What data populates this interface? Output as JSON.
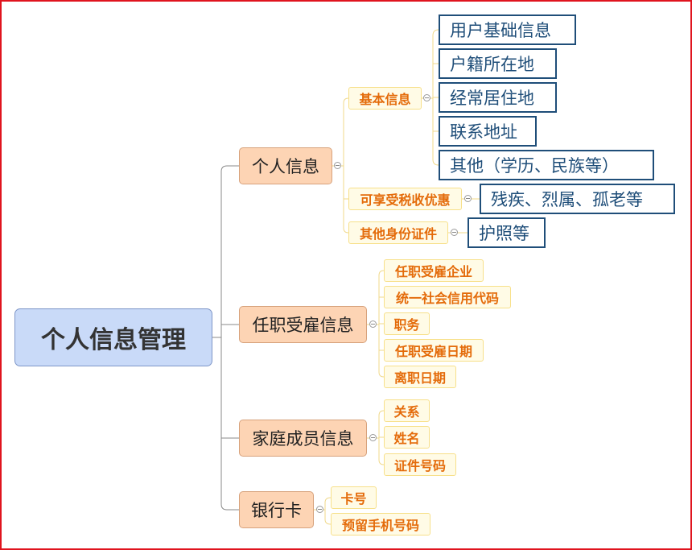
{
  "root": {
    "label": "个人信息管理"
  },
  "branches": {
    "personal": {
      "label": "个人信息",
      "children": {
        "basic": {
          "label": "基本信息",
          "leaves": [
            "用户基础信息",
            "户籍所在地",
            "经常居住地",
            "联系地址",
            "其他（学历、民族等）"
          ]
        },
        "tax": {
          "label": "可享受税收优惠",
          "leaves": [
            "残疾、烈属、孤老等"
          ]
        },
        "id": {
          "label": "其他身份证件",
          "leaves": [
            "护照等"
          ]
        }
      }
    },
    "employment": {
      "label": "任职受雇信息",
      "children": [
        "任职受雇企业",
        "统一社会信用代码",
        "职务",
        "任职受雇日期",
        "离职日期"
      ]
    },
    "family": {
      "label": "家庭成员信息",
      "children": [
        "关系",
        "姓名",
        "证件号码"
      ]
    },
    "bank": {
      "label": "银行卡",
      "children": [
        "卡号",
        "预留手机号码"
      ]
    }
  },
  "colors": {
    "root_fill": "#c9daf8",
    "main_fill": "#fdd4b4",
    "sub_text": "#e46b0a",
    "leaf_border": "#1f4e79",
    "frame_border": "#e0141e"
  }
}
